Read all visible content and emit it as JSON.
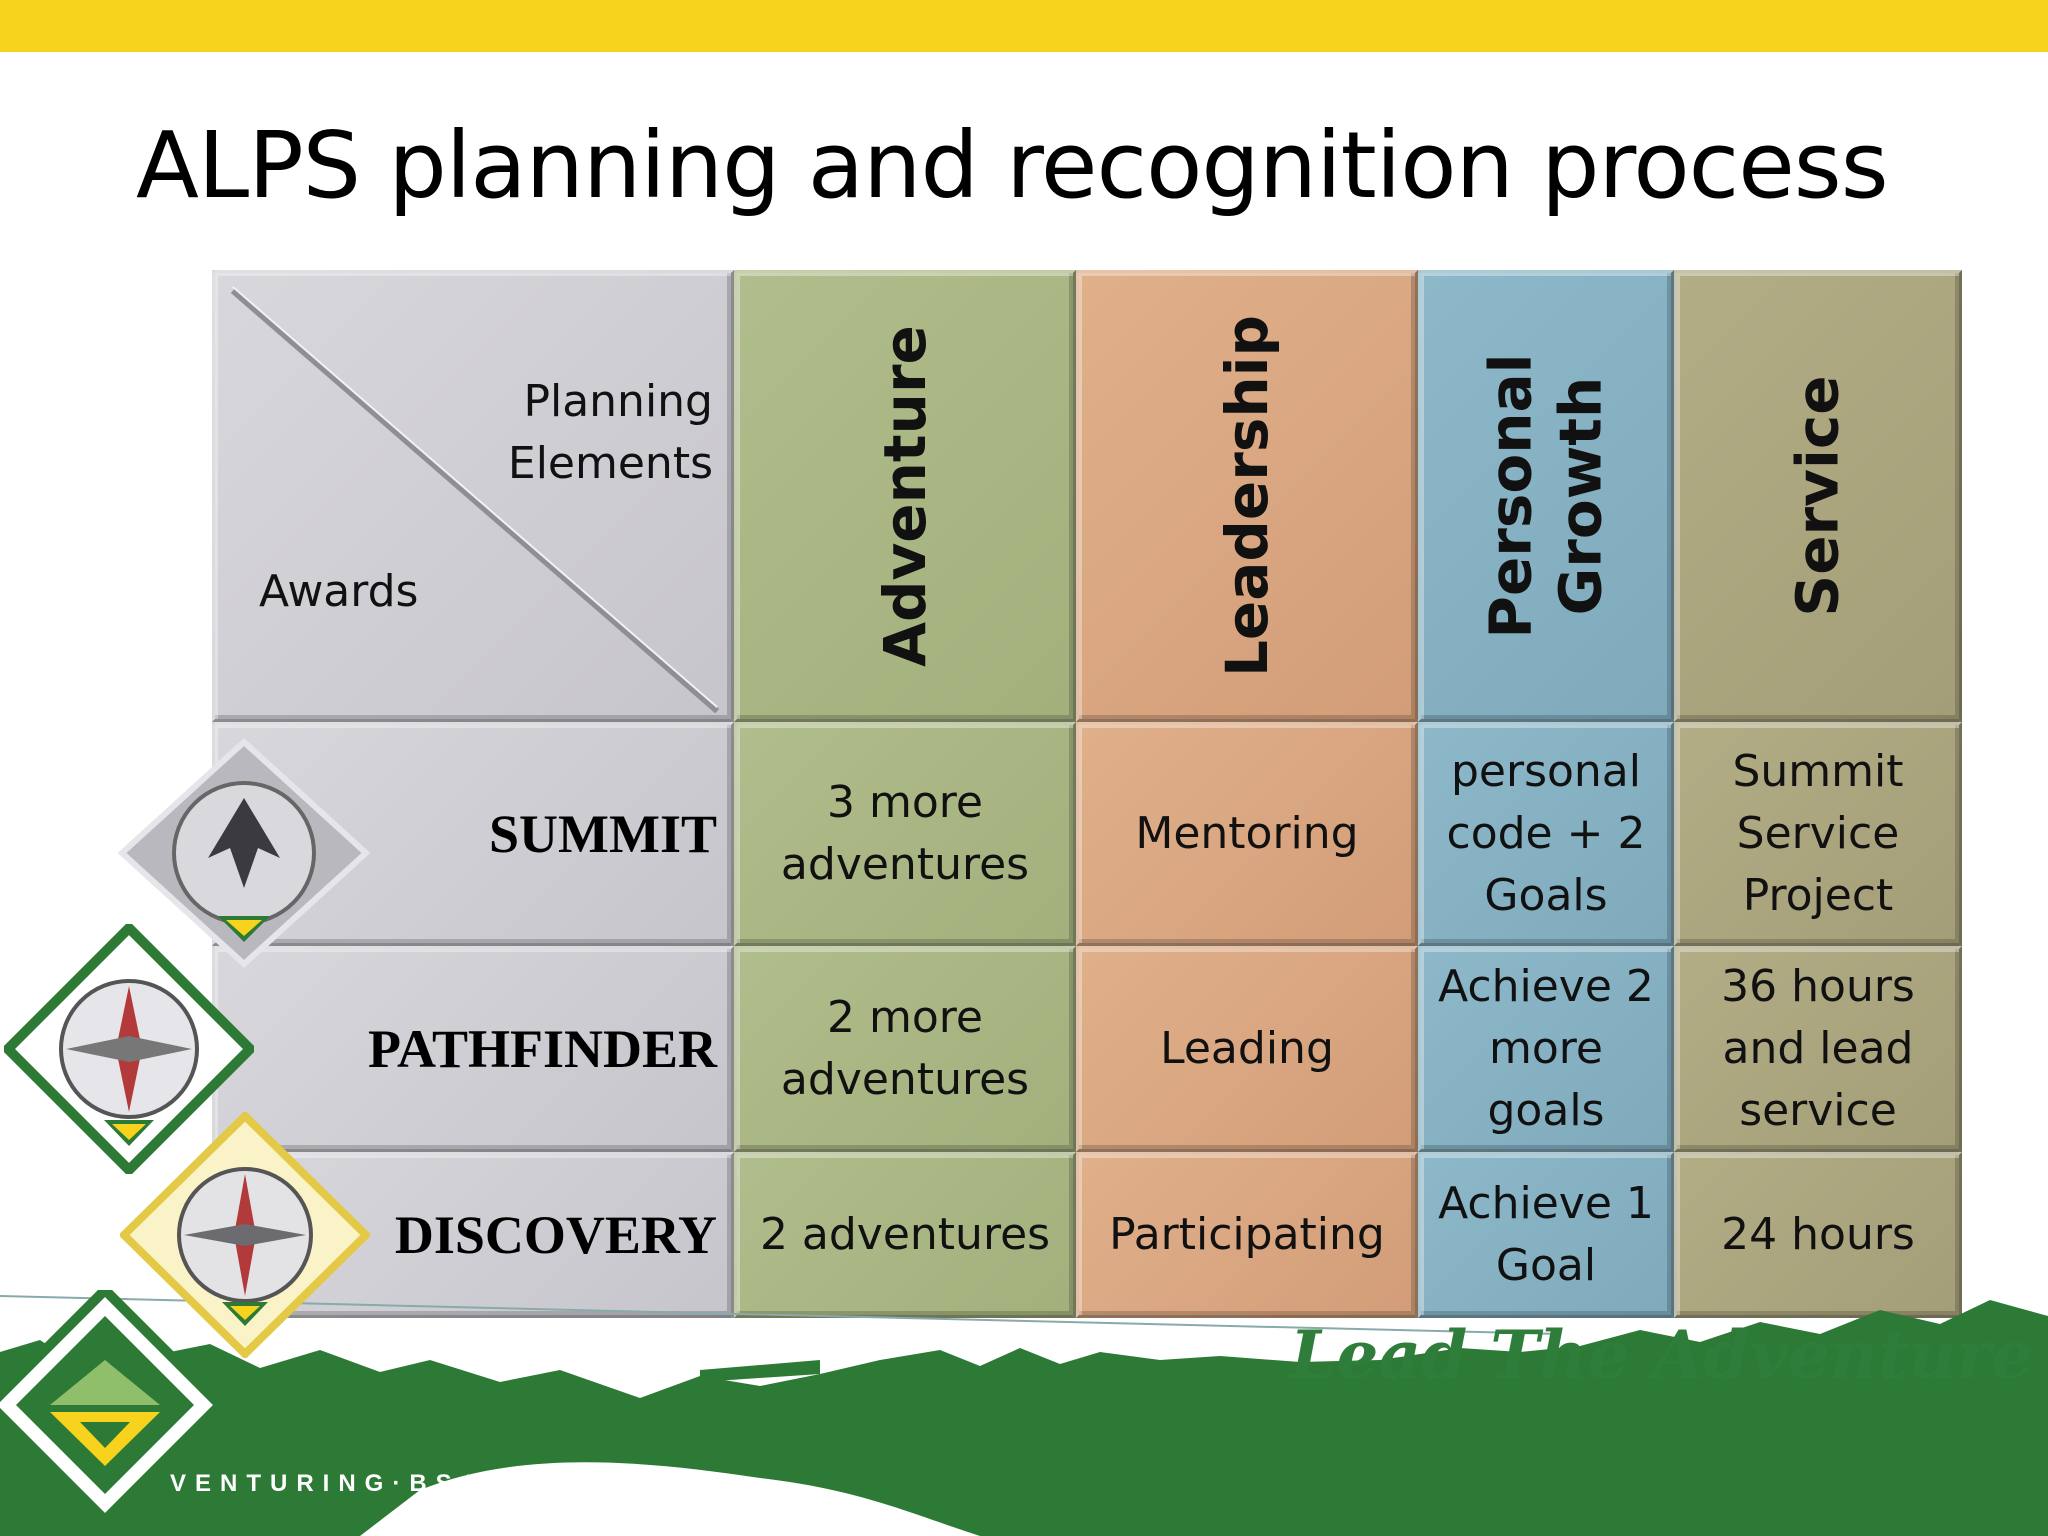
{
  "title": "ALPS planning and recognition process",
  "colors": {
    "top_bar": "#f7d31d",
    "adventure": "#a9b683",
    "leadership": "#d9a680",
    "personal_growth": "#84b1c2",
    "service": "#aba67f",
    "awards_column": "#cfced4",
    "footer_green": "#2c7a35"
  },
  "corner": {
    "planning_line1": "Planning",
    "planning_line2": "Elements",
    "awards": "Awards"
  },
  "columns": [
    {
      "label_line1": "Adventure",
      "label_line2": ""
    },
    {
      "label_line1": "Leadership",
      "label_line2": ""
    },
    {
      "label_line1": "Personal",
      "label_line2": "Growth"
    },
    {
      "label_line1": "Service",
      "label_line2": ""
    }
  ],
  "rows": [
    {
      "award": "SUMMIT",
      "badge_icon": "eagle-badge-icon",
      "cells": [
        [
          "3 more",
          "adventures"
        ],
        [
          "Mentoring"
        ],
        [
          "personal",
          "code + 2",
          "Goals"
        ],
        [
          "Summit",
          "Service",
          "Project"
        ]
      ]
    },
    {
      "award": "PATHFINDER",
      "badge_icon": "compass-badge-icon",
      "cells": [
        [
          "2 more",
          "adventures"
        ],
        [
          "Leading"
        ],
        [
          "Achieve 2",
          "more",
          "goals"
        ],
        [
          "36 hours",
          "and lead",
          "service"
        ]
      ]
    },
    {
      "award": "DISCOVERY",
      "badge_icon": "compass-rose-badge-icon",
      "cells": [
        [
          "2 adventures"
        ],
        [
          "Participating"
        ],
        [
          "Achieve 1",
          "Goal"
        ],
        [
          "24 hours"
        ]
      ]
    }
  ],
  "footer": {
    "tagline": "Lead The Adventure",
    "brand": "VENTURING·BSA®"
  }
}
